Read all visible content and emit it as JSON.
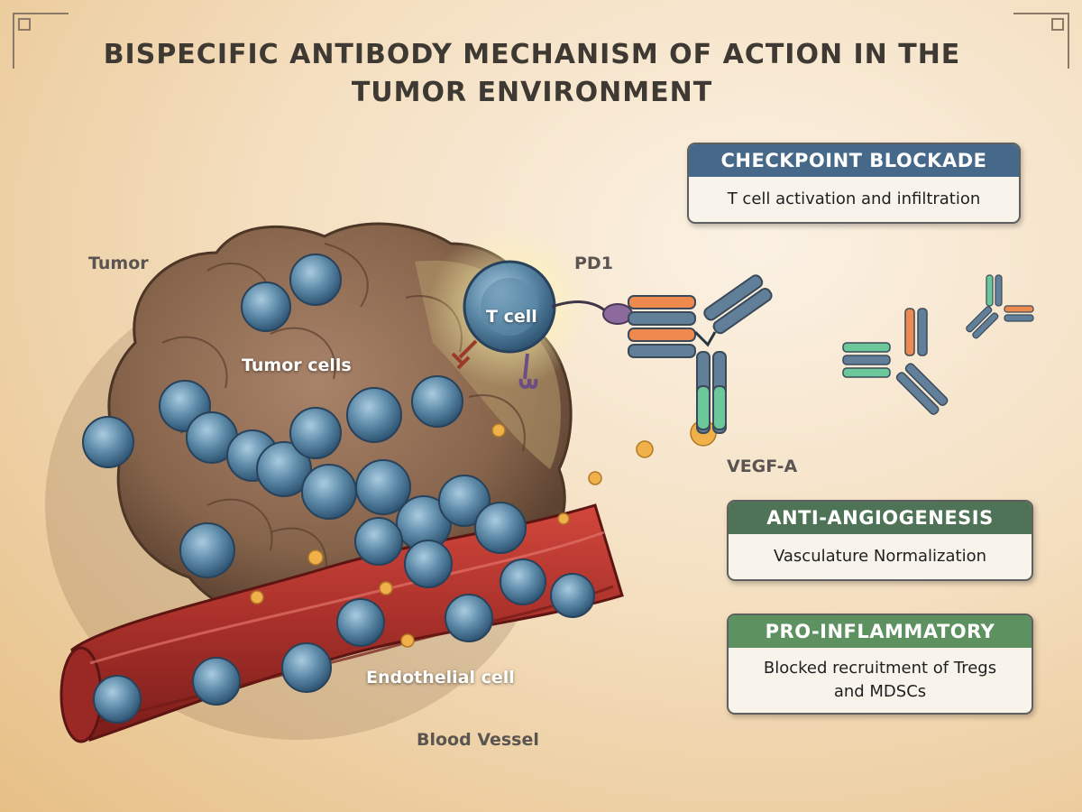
{
  "title": "BISPECIFIC ANTIBODY MECHANISM OF ACTION IN THE TUMOR ENVIRONMENT",
  "labels": {
    "tumor": "Tumor",
    "tumor_cells": "Tumor cells",
    "t_cell": "T cell",
    "pd1": "PD1",
    "vegf_a": "VEGF-A",
    "endothelial_cell": "Endothelial cell",
    "blood_vessel": "Blood Vessel"
  },
  "cards": [
    {
      "header": "CHECKPOINT BLOCKADE",
      "body": "T cell activation and infiltration",
      "color": "#46698a"
    },
    {
      "header": "ANTI-ANGIOGENESIS",
      "body": "Vasculature Normalization",
      "color": "#4f7357"
    },
    {
      "header": "PRO-INFLAMMATORY",
      "body": "Blocked recruitment of Tregs and MDSCs",
      "color": "#5e9160"
    }
  ],
  "colors": {
    "tumor_brown": "#8c6a52",
    "cell_blue": "#5d8aa8",
    "vessel_red": "#b0302a",
    "vegf_yellow": "#f0b04a",
    "antibody_blue": "#627f99",
    "antibody_orange": "#e2814a",
    "antibody_green": "#6cc79a",
    "pd1_purple": "#8c6a9c"
  }
}
